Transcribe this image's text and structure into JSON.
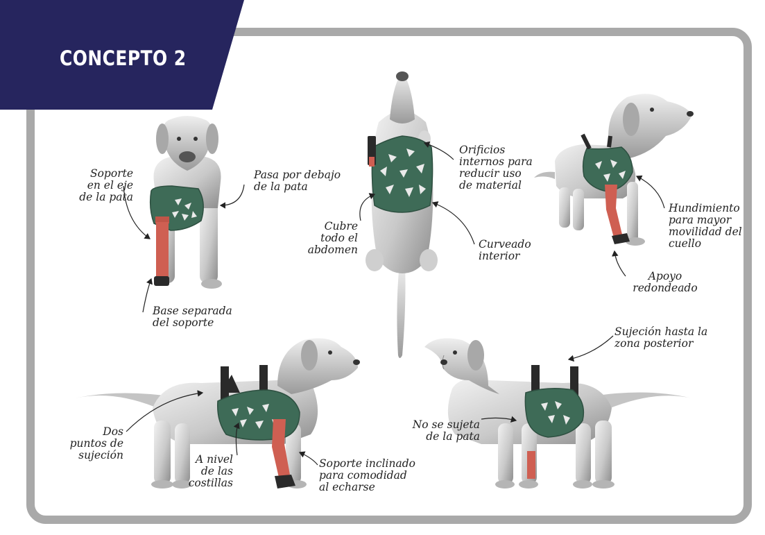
{
  "title": "CONCEPTO 2",
  "colors": {
    "banner": "#26255e",
    "frame": "#a9a9a9",
    "harness": "#3e6b57",
    "harness_dark": "#2d4f40",
    "support": "#cf5f52",
    "dog": "#cfcfcf",
    "strap": "#2a2a2a"
  },
  "views": [
    {
      "id": "front",
      "labels": [
        {
          "name": "soporte-eje-label",
          "lines": [
            "Soporte",
            "en el eje",
            "de la pata"
          ]
        },
        {
          "name": "pasa-debajo-label",
          "lines": [
            "Pasa por debajo",
            "de la pata"
          ]
        },
        {
          "name": "base-separada-label",
          "lines": [
            "Base separada",
            "del soporte"
          ]
        }
      ]
    },
    {
      "id": "top",
      "labels": [
        {
          "name": "orificios-label",
          "lines": [
            "Orificios",
            "internos para",
            "reducir uso",
            "de material"
          ]
        },
        {
          "name": "cubre-abdomen-label",
          "lines": [
            "Cubre",
            "todo el",
            "abdomen"
          ]
        },
        {
          "name": "curveado-label",
          "lines": [
            "Curveado",
            "interior"
          ]
        }
      ]
    },
    {
      "id": "three-quarter",
      "labels": [
        {
          "name": "hundimiento-label",
          "lines": [
            "Hundimiento",
            "para mayor",
            "movilidad del",
            "cuello"
          ]
        },
        {
          "name": "apoyo-label",
          "lines": [
            "Apoyo",
            "redondeado"
          ]
        }
      ]
    },
    {
      "id": "side-left",
      "labels": [
        {
          "name": "dos-puntos-label",
          "lines": [
            "Dos",
            "puntos de",
            "sujeción"
          ]
        },
        {
          "name": "nivel-costillas-label",
          "lines": [
            "A nivel",
            "de las",
            "costillas"
          ]
        },
        {
          "name": "soporte-inclinado-label",
          "lines": [
            "Soporte inclinado",
            "para comodidad",
            "al echarse"
          ]
        }
      ]
    },
    {
      "id": "side-right",
      "labels": [
        {
          "name": "sujecion-posterior-label",
          "lines": [
            "Sujeción hasta la",
            "zona posterior"
          ]
        },
        {
          "name": "no-sujeta-label",
          "lines": [
            "No se sujeta",
            "de la pata"
          ]
        }
      ]
    }
  ]
}
